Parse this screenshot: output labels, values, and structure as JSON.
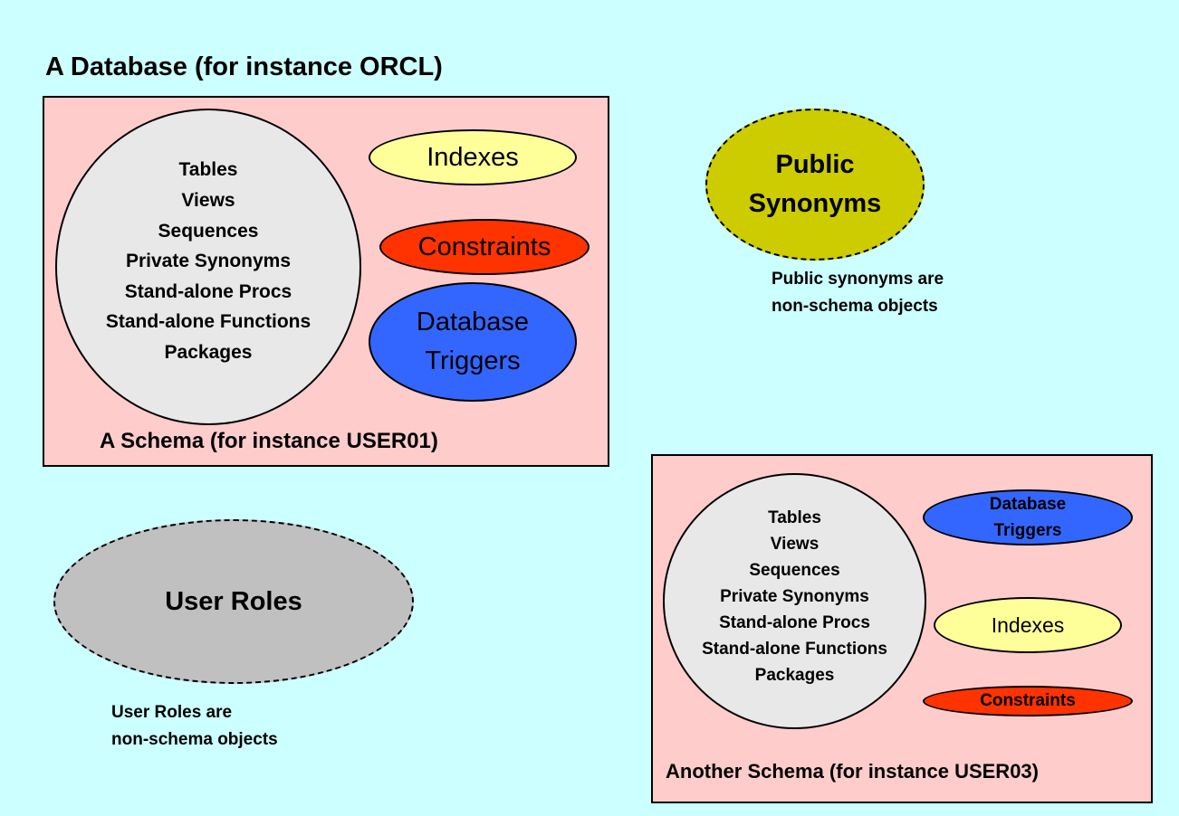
{
  "title": "A Database (for instance ORCL)",
  "schema1": {
    "caption": "A Schema (for instance USER01)",
    "objects": [
      "Tables",
      "Views",
      "Sequences",
      "Private Synonyms",
      "Stand-alone Procs",
      "Stand-alone Functions",
      "Packages"
    ],
    "indexes": "Indexes",
    "constraints": "Constraints",
    "triggers": "Database Triggers"
  },
  "schema2": {
    "caption": "Another Schema (for instance USER03)",
    "objects": [
      "Tables",
      "Views",
      "Sequences",
      "Private Synonyms",
      "Stand-alone Procs",
      "Stand-alone Functions",
      "Packages"
    ],
    "indexes": "Indexes",
    "constraints": "Constraints",
    "triggers": "Database Triggers"
  },
  "public_synonyms": {
    "label": "Public Synonyms",
    "note_lines": [
      "Public synonyms are",
      "non-schema objects"
    ]
  },
  "user_roles": {
    "label": "User Roles",
    "note_lines": [
      "User Roles are",
      "non-schema objects"
    ]
  },
  "colors": {
    "background": "#ccffff",
    "schema_box": "#ffcccc",
    "objects_circle": "#e8e8e8",
    "indexes": "#ffff99",
    "constraints": "#ff3300",
    "triggers": "#3366ff",
    "public_synonyms": "#cccc00",
    "user_roles": "#c0c0c0"
  }
}
